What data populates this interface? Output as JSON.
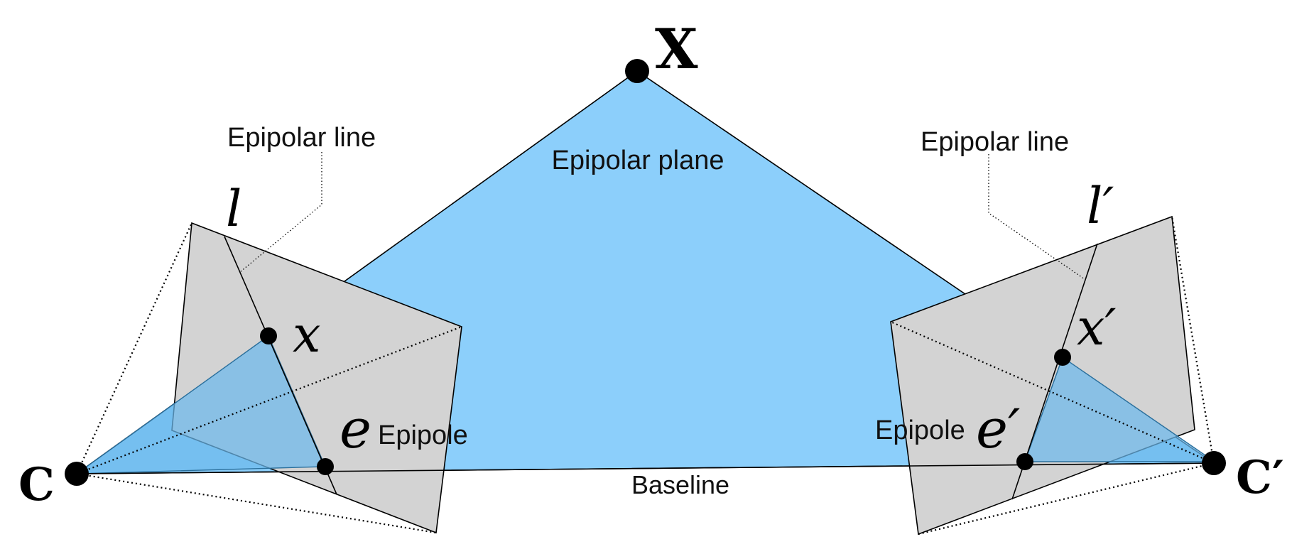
{
  "labels": {
    "point_X": "X",
    "camera_left": "C",
    "camera_right": "C′",
    "epipolar_plane": "Epipolar plane",
    "epipolar_line_left": "Epipolar line",
    "epipolar_line_right": "Epipolar line",
    "line_left": "l",
    "line_right": "l′",
    "image_point_left": "x",
    "image_point_right": "x′",
    "epipole_symbol_left": "e",
    "epipole_symbol_right": "e′",
    "epipole_text_left": "Epipole",
    "epipole_text_right": "Epipole",
    "baseline": "Baseline"
  },
  "colors": {
    "plane_fill": "#8ccffb",
    "image_plane_fill": "#d3d3d3",
    "outline": "#000000"
  }
}
